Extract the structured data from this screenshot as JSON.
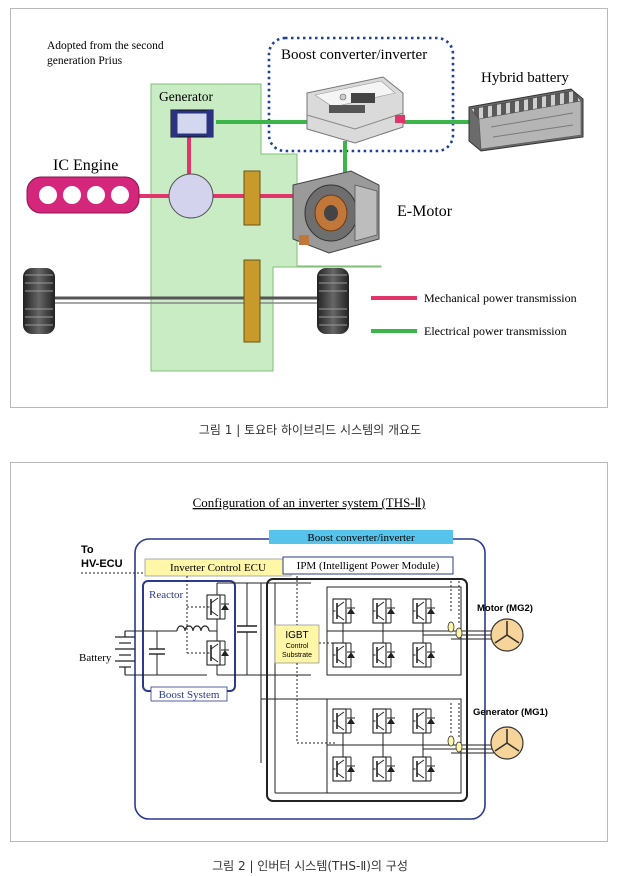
{
  "figure1": {
    "note_line1": "Adopted from the second",
    "note_line2": "generation Prius",
    "labels": {
      "boost_converter": "Boost converter/inverter",
      "hybrid_battery": "Hybrid battery",
      "generator": "Generator",
      "ic_engine": "IC Engine",
      "e_motor": "E-Motor"
    },
    "legend": {
      "mechanical": "Mechanical power transmission",
      "electrical": "Electrical power transmission"
    },
    "colors": {
      "mechanical": "#e0356b",
      "electrical": "#3cb54a",
      "powertrain_area": "#c9ecc4",
      "dotted_box": "#1e3f9a"
    },
    "caption": "그림 1  |  토요타 하이브리드 시스템의 개요도"
  },
  "figure2": {
    "title": "Configuration of an inverter system (THS-Ⅱ)",
    "labels": {
      "boost_converter": "Boost converter/inverter",
      "to": "To",
      "hv_ecu": "HV-ECU",
      "inverter_control_ecu": "Inverter Control ECU",
      "ipm": "IPM (Intelligent Power Module)",
      "reactor": "Reactor",
      "battery": "Battery",
      "boost_system": "Boost System",
      "igbt": "IGBT",
      "control": "Control",
      "substrate": "Substrate",
      "motor": "Motor (MG2)",
      "generator": "Generator (MG1)"
    },
    "colors": {
      "frame": "#2b3a8f",
      "header": "#55c3ea",
      "highlight": "#fff6a8",
      "motor_fill": "#f7d49a"
    },
    "caption": "그림 2  |  인버터 시스템(THS-Ⅱ)의 구성"
  }
}
